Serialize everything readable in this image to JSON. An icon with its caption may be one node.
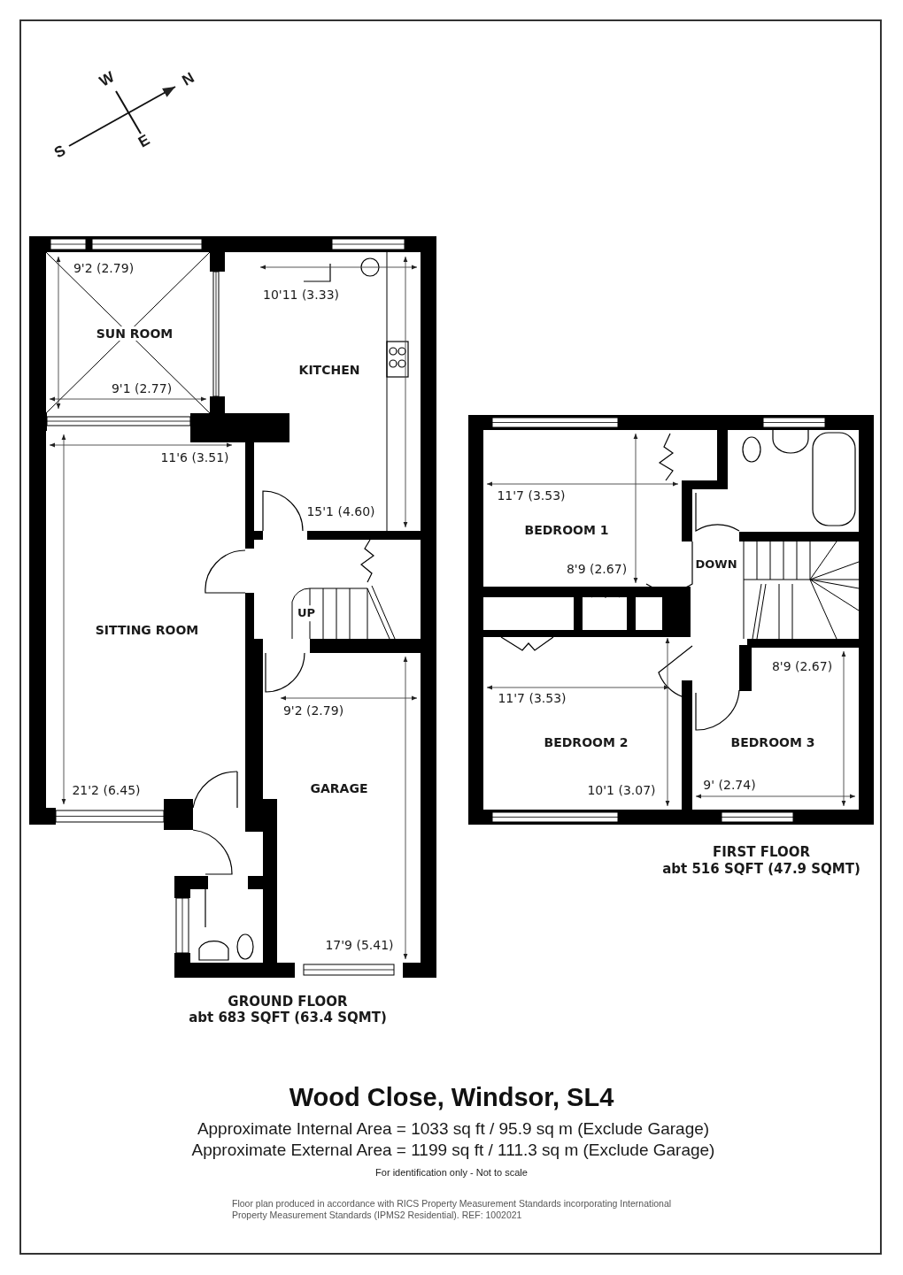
{
  "diagram": {
    "title": "Wood Close, Windsor, SL4",
    "nodes": [
      {
        "text": [
          "9'2 (2.79)",
          "SUN ROOM",
          "9'1 (2.77)"
        ]
      },
      {
        "text": [
          "10'11 (3.33)",
          "KITCHEN",
          "15'1 (4.60)"
        ]
      },
      {
        "text": [
          "11'6 (3.51)",
          "SITTING ROOM",
          "21'2 (6.45)"
        ]
      },
      {
        "text": [
          "9'2 (2.79)",
          "GARAGE",
          "17'9 (5.41)"
        ]
      },
      {
        "text": [
          "11'7 (3.53)",
          "BEDROOM 1",
          "8'9 (2.67)"
        ]
      },
      {
        "text": [
          "11'7 (3.53)",
          "BEDROOM 2",
          "10'1 (3.07)"
        ]
      },
      {
        "text": [
          "8'9 (2.67)",
          "BEDROOM 3",
          "9' (2.74)"
        ]
      }
    ],
    "labels": [
      "W",
      "N",
      "S",
      "E",
      "UP",
      "DOWN",
      "GROUND FLOOR",
      "abt 683 SQFT (63.4 SQMT)",
      "FIRST FLOOR",
      "abt 516 SQFT (47.9 SQMT)",
      "Approximate Internal Area = 1033 sq ft / 95.9 sq m (Exclude Garage)",
      "Approximate External Area = 1199 sq ft / 111.3 sq m (Exclude Garage)",
      "For identification only - Not to scale",
      "Floor plan produced in accordance with RICS Property Measurement Standards incorporating International Property Measurement Standards (IPMS2 Residential). REF: 1002021"
    ]
  }
}
